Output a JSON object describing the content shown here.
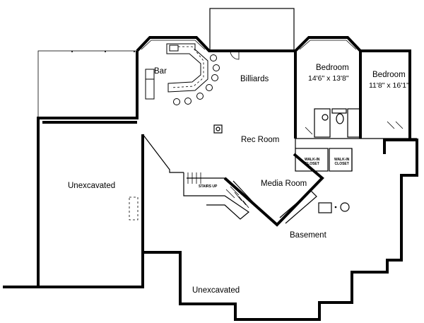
{
  "rooms": {
    "bar": "Bar",
    "billiards": "Billiards",
    "rec_room": "Rec Room",
    "media_room": "Media Room",
    "basement": "Basement",
    "unexcavated_left": "Unexcavated",
    "unexcavated_bottom": "Unexcavated",
    "bedroom1": {
      "name": "Bedroom",
      "size": "14'6\" x 13'8\""
    },
    "bedroom2": {
      "name": "Bedroom",
      "size": "11'8\" x 16'1\""
    },
    "walkin1": [
      "WALK-IN",
      "CLOSET"
    ],
    "walkin2": [
      "WALK-IN",
      "CLOSET"
    ],
    "stairs": "STAIRS UP"
  },
  "colors": {
    "line": "#000000",
    "background": "#ffffff"
  }
}
